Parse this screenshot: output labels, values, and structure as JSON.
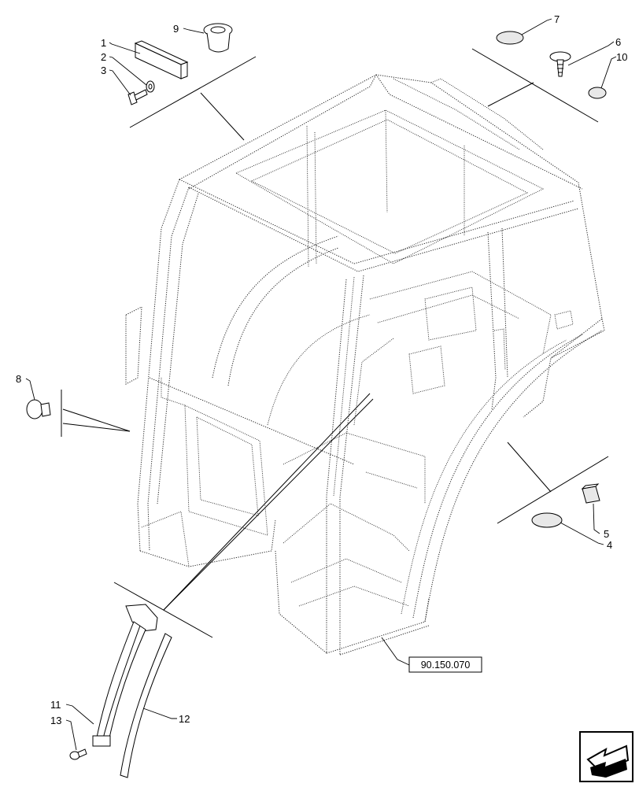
{
  "callouts": [
    {
      "id": "1",
      "label": "1"
    },
    {
      "id": "2",
      "label": "2"
    },
    {
      "id": "3",
      "label": "3"
    },
    {
      "id": "4",
      "label": "4"
    },
    {
      "id": "5",
      "label": "5"
    },
    {
      "id": "6",
      "label": "6"
    },
    {
      "id": "7",
      "label": "7"
    },
    {
      "id": "8",
      "label": "8"
    },
    {
      "id": "9",
      "label": "9"
    },
    {
      "id": "10",
      "label": "10"
    },
    {
      "id": "11",
      "label": "11"
    },
    {
      "id": "12",
      "label": "12"
    },
    {
      "id": "13",
      "label": "13"
    }
  ],
  "reference": {
    "label": "90.150.070"
  },
  "nav": {
    "icon": "arrow-icon"
  }
}
